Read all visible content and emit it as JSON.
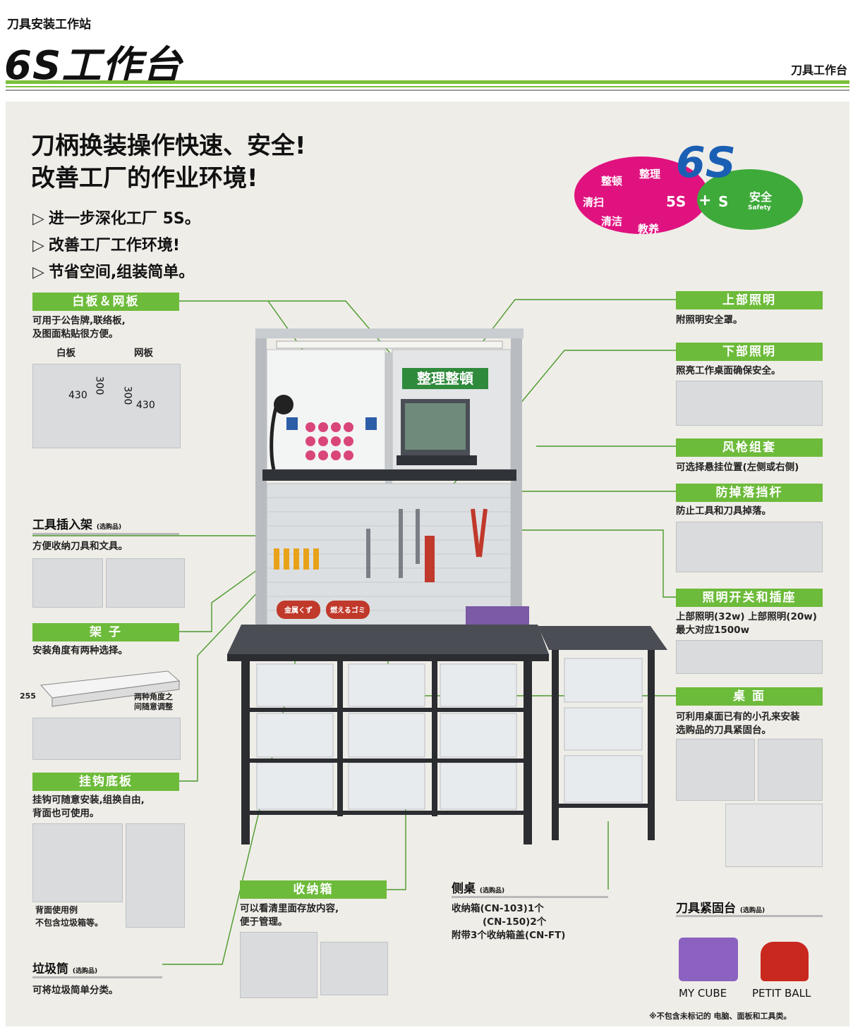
{
  "header": {
    "category": "刀具安装工作站",
    "title": "6S工作台",
    "section_tag": "刀具工作台"
  },
  "headline": {
    "line1": "刀柄换装操作快速、安全!",
    "line2": "改善工厂的作业环境!"
  },
  "bullets": [
    "进一步深化工厂 5S。",
    "改善工厂工作环境!",
    "节省空间,组装简单。"
  ],
  "bullet_marker": "▷",
  "badge": {
    "big": "6S",
    "items": [
      "整顿",
      "整理",
      "清扫",
      "清洁",
      "教养"
    ],
    "formula_5s": "5S",
    "plus": "+",
    "formula_s": "S",
    "safety_cn": "安全",
    "safety_en": "Safety"
  },
  "features": {
    "board": {
      "title": "白板＆网板",
      "desc1": "可用于公告牌,联络板,",
      "desc2": "及图面粘贴很方便。",
      "label_white": "白板",
      "label_mesh": "网板",
      "dim_w": "430",
      "dim_h": "300"
    },
    "tool_rack": {
      "title": "工具插入架",
      "tag": "(选购品)",
      "desc": "方便收纳刀具和文具。"
    },
    "shelf": {
      "title": "架  子",
      "desc": "安装角度有两种选择。",
      "dim": "255",
      "note1": "两种角度之",
      "note2": "间随意调整"
    },
    "hook_board": {
      "title": "挂钩底板",
      "desc1": "挂钩可随意安装,组换自由,",
      "desc2": "背面也可使用。",
      "note1": "背面使用例",
      "note2": "不包含垃圾箱等。"
    },
    "trash": {
      "title": "垃圾筒",
      "tag": "(选购品)",
      "desc": "可将垃圾简单分类。"
    },
    "storage": {
      "title": "收纳箱",
      "desc1": "可以看清里面存放内容,",
      "desc2": "便于管理。"
    },
    "side_desk": {
      "title": "侧桌",
      "tag": "(选购品)",
      "line1": "收纳箱(CN-103)1个",
      "line2": "(CN-150)2个",
      "line3": "附带3个收纳箱盖(CN-FT)"
    },
    "top_light": {
      "title": "上部照明",
      "desc": "附照明安全罩。"
    },
    "bottom_light": {
      "title": "下部照明",
      "desc": "照亮工作桌面确保安全。"
    },
    "air_gun": {
      "title": "风枪组套",
      "desc": "可选择悬挂位置(左侧或右侧)"
    },
    "guard": {
      "title": "防掉落挡杆",
      "desc": "防止工具和刀具掉落。"
    },
    "switch": {
      "title": "照明开关和插座",
      "desc1": "上部照明(32w) 上部照明(20w)",
      "desc2": "最大对应1500w"
    },
    "desk": {
      "title": "桌  面",
      "desc1": "可利用桌面已有的小孔来安装",
      "desc2": "选购品的刀具紧固台。"
    },
    "fixture": {
      "title": "刀具紧固台",
      "tag": "(选购品)",
      "item1": "MY CUBE",
      "item2": "PETIT BALL"
    }
  },
  "sign_text": "整理整頓",
  "bin_label_1": "金属くず",
  "bin_label_2": "燃えるゴミ",
  "footnote": "※不包含未标记的 电脑、面板和工具类。",
  "colors": {
    "accent_green": "#6dbb3a",
    "badge_pink": "#e0127f",
    "badge_green": "#3daa3a",
    "badge_blue": "#1a5fb4"
  }
}
